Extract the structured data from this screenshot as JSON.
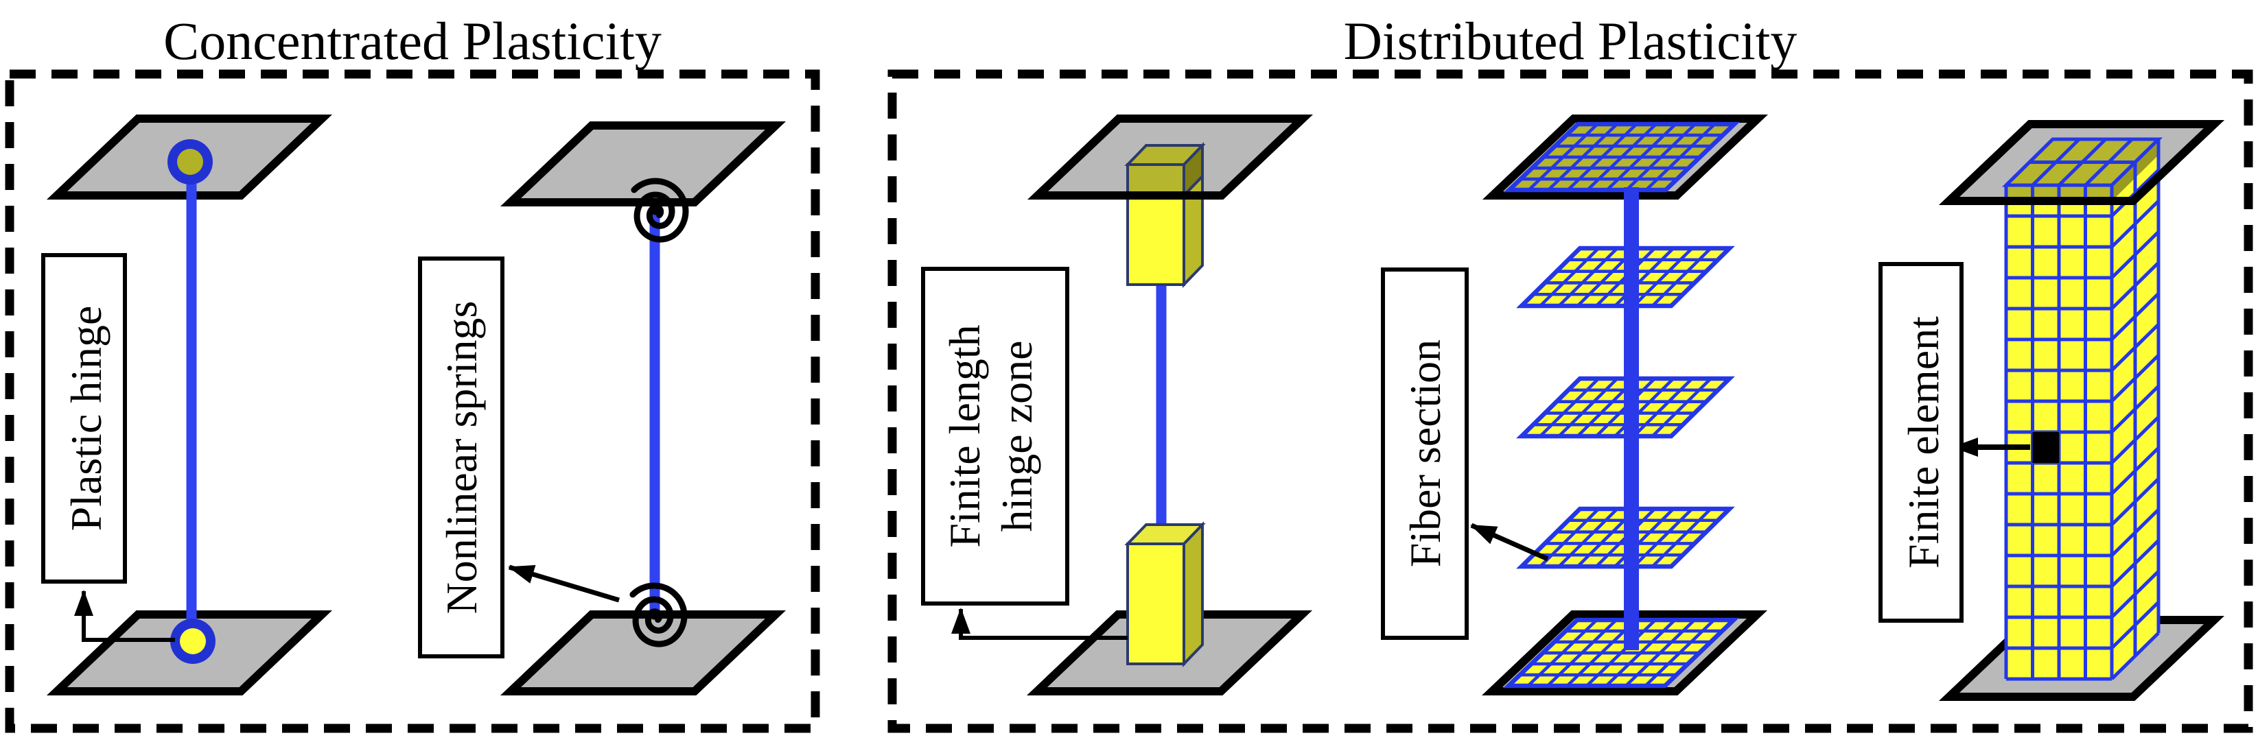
{
  "titles": {
    "left": "Concentrated Plasticity",
    "right": "Distributed Plasticity"
  },
  "labels": {
    "plastic_hinge": "Plastic hinge",
    "nonlinear_springs": "Nonlinear springs",
    "finite_length_line1": "Finite length",
    "finite_length_line2": "hinge zone",
    "fiber_section": "Fiber section",
    "finite_element": "Finite element"
  },
  "palette": {
    "grid_blue": "#2437e8",
    "member_blue": "#3142f0",
    "ring_blue": "#2232d2",
    "plate_gray": "#b9b9b9",
    "bright_yellow": "#ffff38",
    "olive_yellow": "#b5b52e",
    "dark_olive": "#7f7f16",
    "side_olive": "#b9b92a",
    "pale_yellow": "#e9e93e",
    "band_blue": "#2a3ae8",
    "outline_navy": "#2c3a6e",
    "black": "#000000"
  }
}
